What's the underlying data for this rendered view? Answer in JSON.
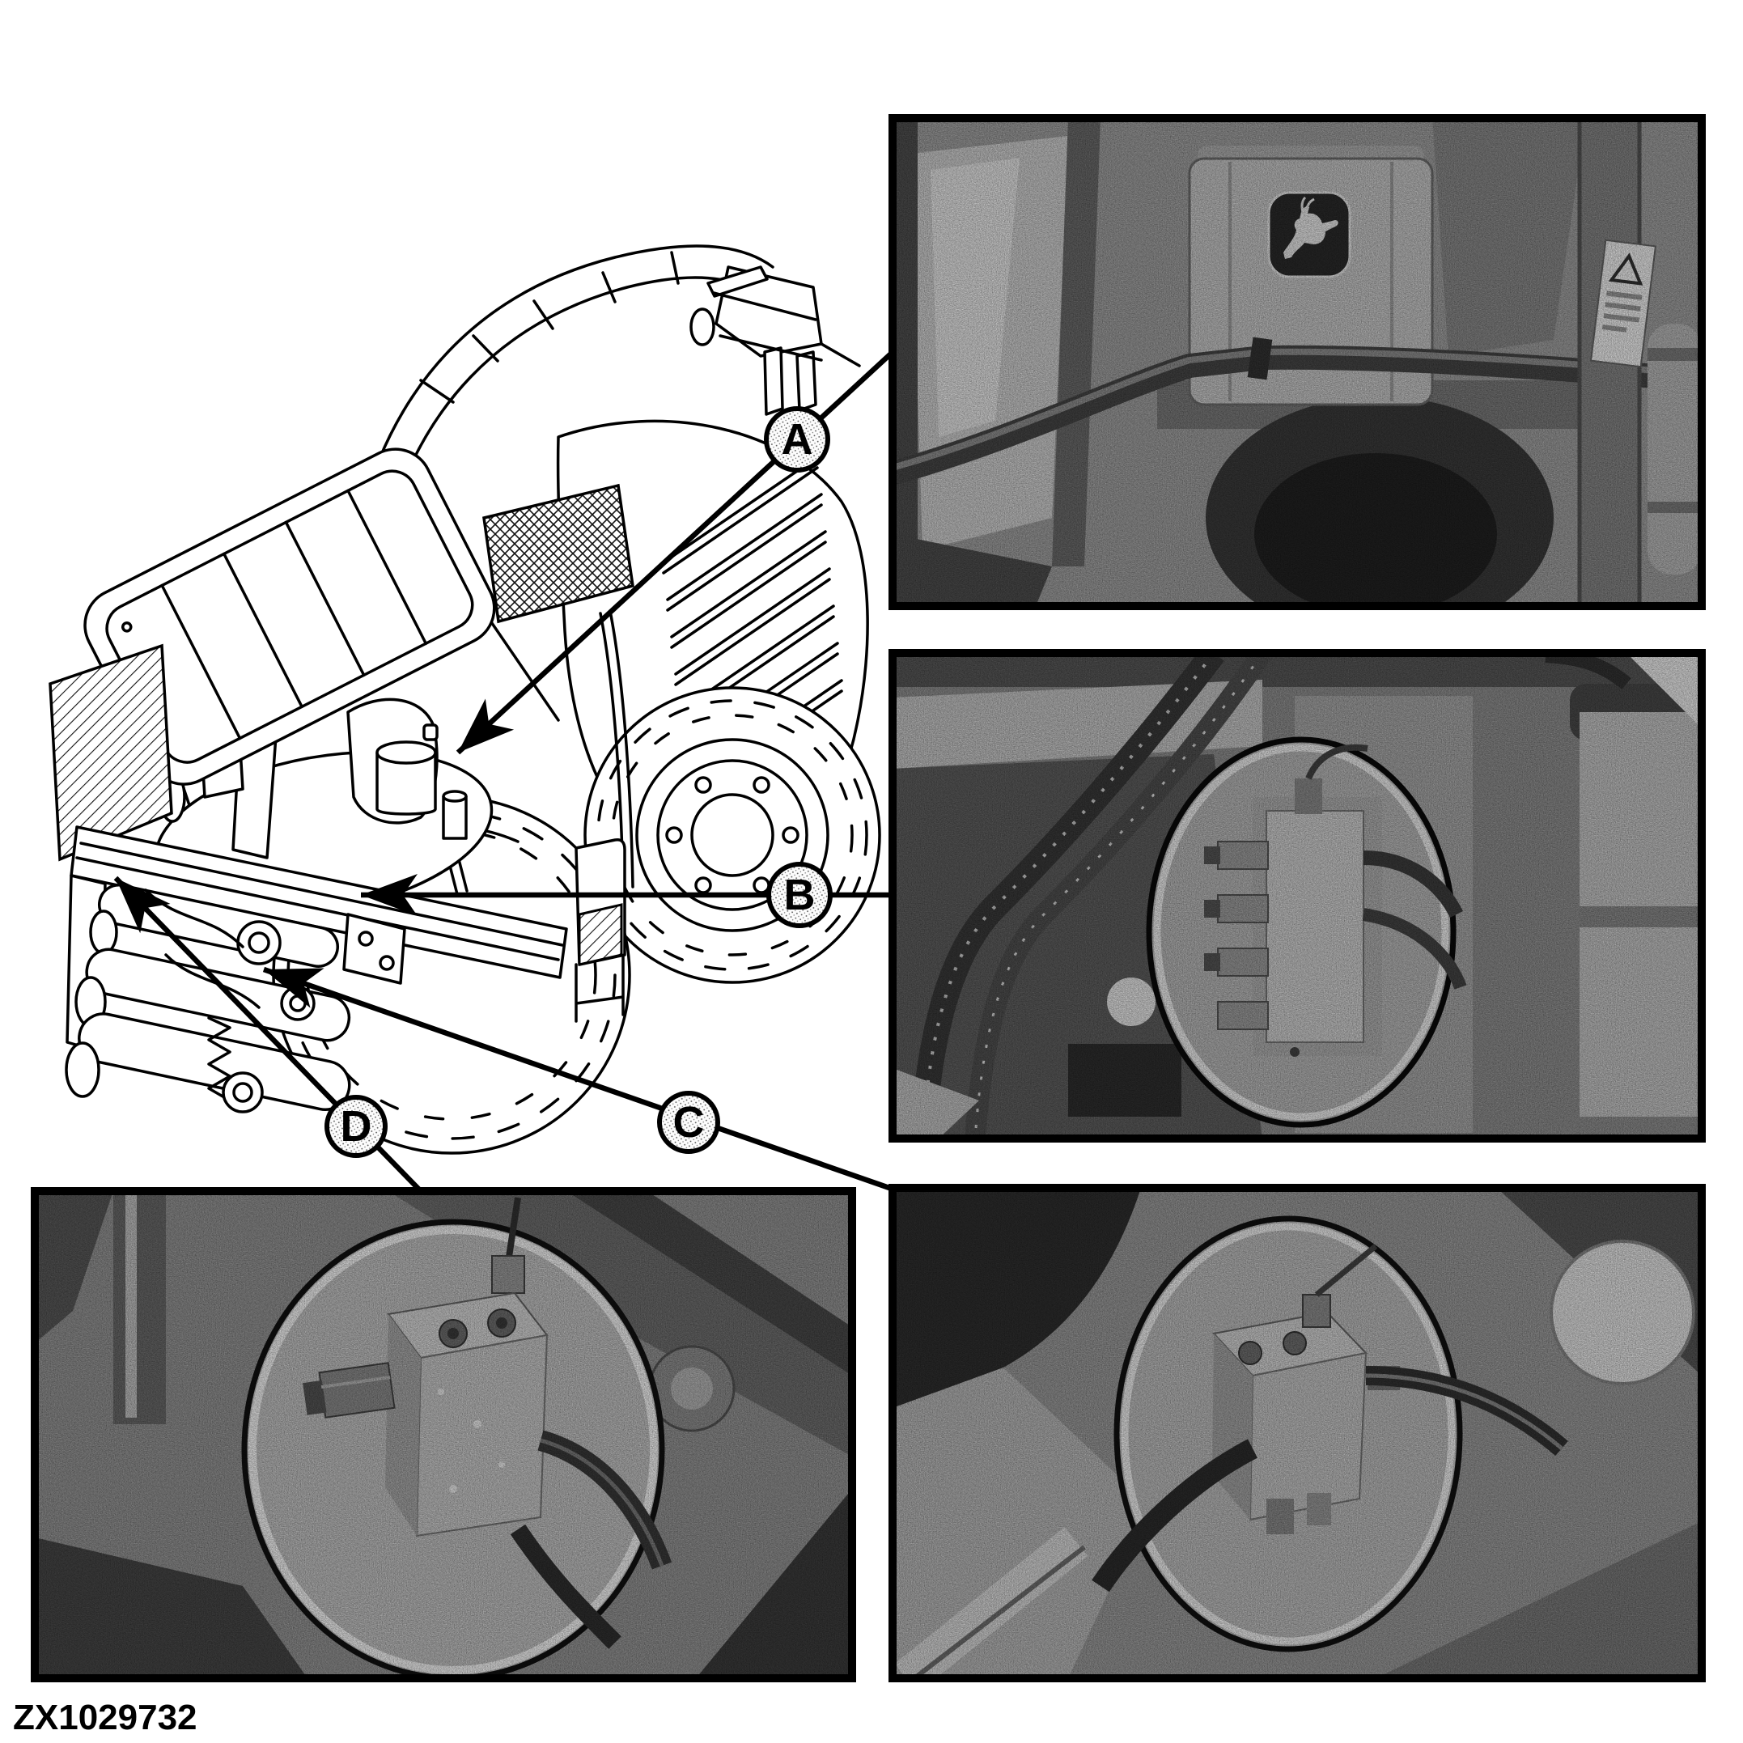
{
  "figure": {
    "code": "ZX1029732"
  },
  "callouts": [
    {
      "label": "A"
    },
    {
      "label": "B"
    },
    {
      "label": "C"
    },
    {
      "label": "D"
    }
  ],
  "icons": {
    "brand_logo": "john-deere-leaping-deer",
    "warning_decal": "warning-triangle",
    "callout_marker": "stippled-circle",
    "leader_arrow": "filled-arrowhead"
  },
  "colors": {
    "paper": "#ffffff",
    "ink": "#000000",
    "photo_gray": "#9a9a9a",
    "highlight_ring": "#111111"
  }
}
